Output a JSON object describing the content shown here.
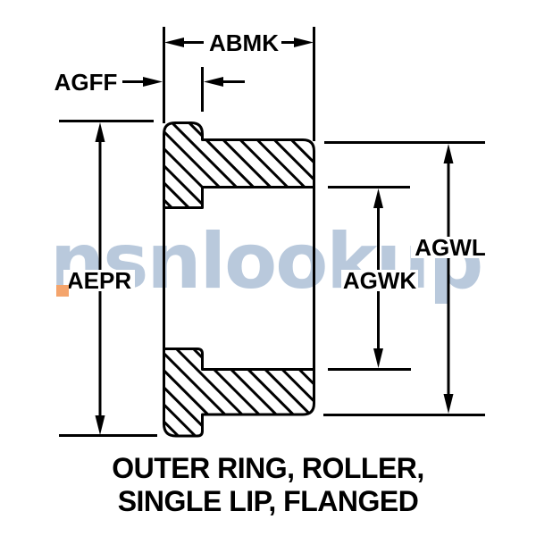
{
  "figure": {
    "title_line1": "OUTER RING, ROLLER,",
    "title_line2": "SINGLE LIP, FLANGED"
  },
  "dimensions": {
    "abmk": "ABMK",
    "agff": "AGFF",
    "aepr": "AEPR",
    "agwk": "AGWK",
    "agwl": "AGWL"
  },
  "watermark": {
    "text": "nsnlookup"
  },
  "colors": {
    "line": "#000000",
    "watermark": "#adc0d7",
    "watermark-accent": "#f4a46c",
    "bg": "#ffffff",
    "label-text": "#000000"
  }
}
